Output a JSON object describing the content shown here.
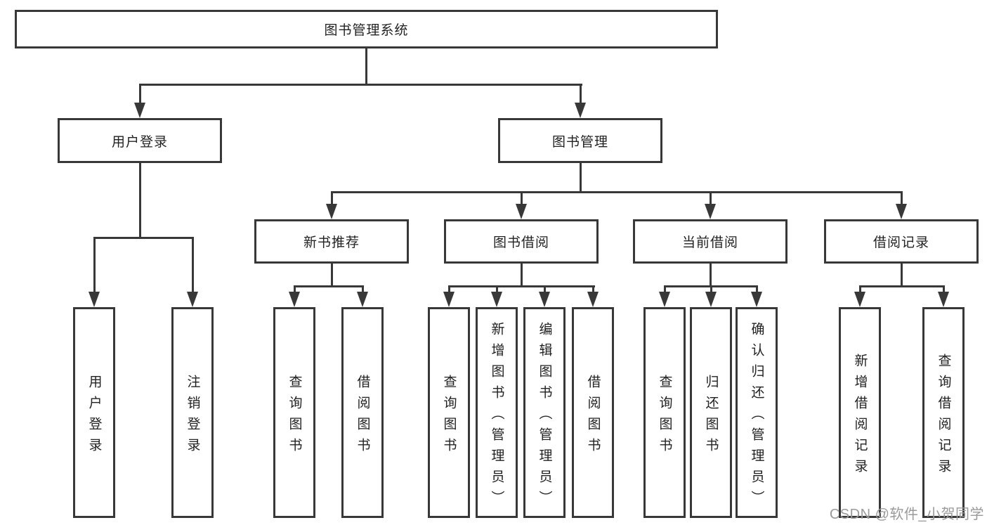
{
  "colors": {
    "line": "#383838",
    "border": "#383838",
    "text": "#222222",
    "watermark_text": "#9a9a9a",
    "background": "#ffffff"
  },
  "root": {
    "label": "图书管理系统"
  },
  "branches": {
    "user_login": {
      "label": "用户登录",
      "children": {
        "login": {
          "label": "用户登录"
        },
        "logout": {
          "label": "注销登录"
        }
      }
    },
    "book_management": {
      "label": "图书管理",
      "children": {
        "new_book_recommend": {
          "label": "新书推荐",
          "children": {
            "query_book": {
              "label": "查询图书"
            },
            "borrow_book": {
              "label": "借阅图书"
            }
          }
        },
        "book_borrow": {
          "label": "图书借阅",
          "children": {
            "query_book": {
              "label": "查询图书"
            },
            "add_book": {
              "label": "新增图书（管理员）"
            },
            "edit_book": {
              "label": "编辑图书（管理员）"
            },
            "borrow_book": {
              "label": "借阅图书"
            }
          }
        },
        "current_borrow": {
          "label": "当前借阅",
          "children": {
            "query_book": {
              "label": "查询图书"
            },
            "return_book": {
              "label": "归还图书"
            },
            "confirm_return": {
              "label": "确认归还（管理员）"
            }
          }
        },
        "borrow_record": {
          "label": "借阅记录",
          "children": {
            "add_record": {
              "label": "新增借阅记录"
            },
            "query_record": {
              "label": "查询借阅记录"
            }
          }
        }
      }
    }
  },
  "watermark": {
    "text": "CSDN @软件_小贺同学"
  }
}
